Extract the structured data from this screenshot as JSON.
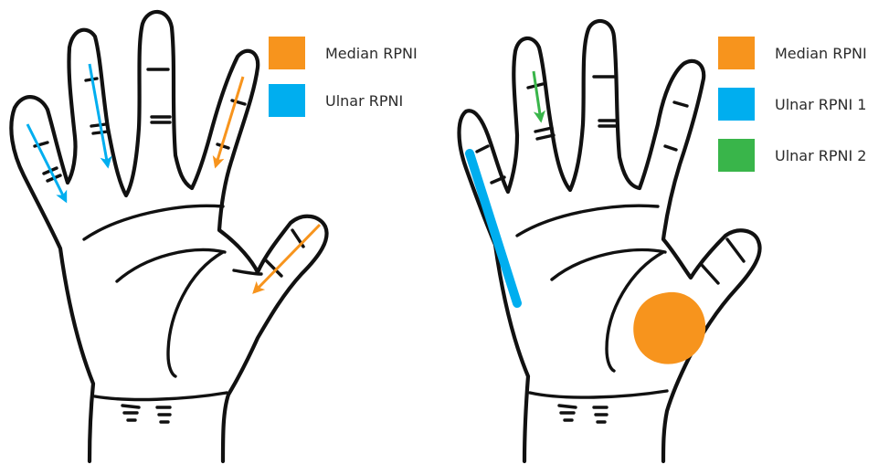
{
  "colors": {
    "median": "#F7941D",
    "ulnar": "#00AEEF",
    "ulnar2": "#39B54A",
    "outline": "#111111"
  },
  "left_panel": {
    "legend": [
      {
        "label": "Median RPNI",
        "color": "#F7941D"
      },
      {
        "label": "Ulnar RPNI",
        "color": "#00AEEF"
      }
    ]
  },
  "right_panel": {
    "legend": [
      {
        "label": "Median RPNI",
        "color": "#F7941D"
      },
      {
        "label": "Ulnar RPNI 1",
        "color": "#00AEEF"
      },
      {
        "label": "Ulnar RPNI 2",
        "color": "#39B54A"
      }
    ]
  }
}
